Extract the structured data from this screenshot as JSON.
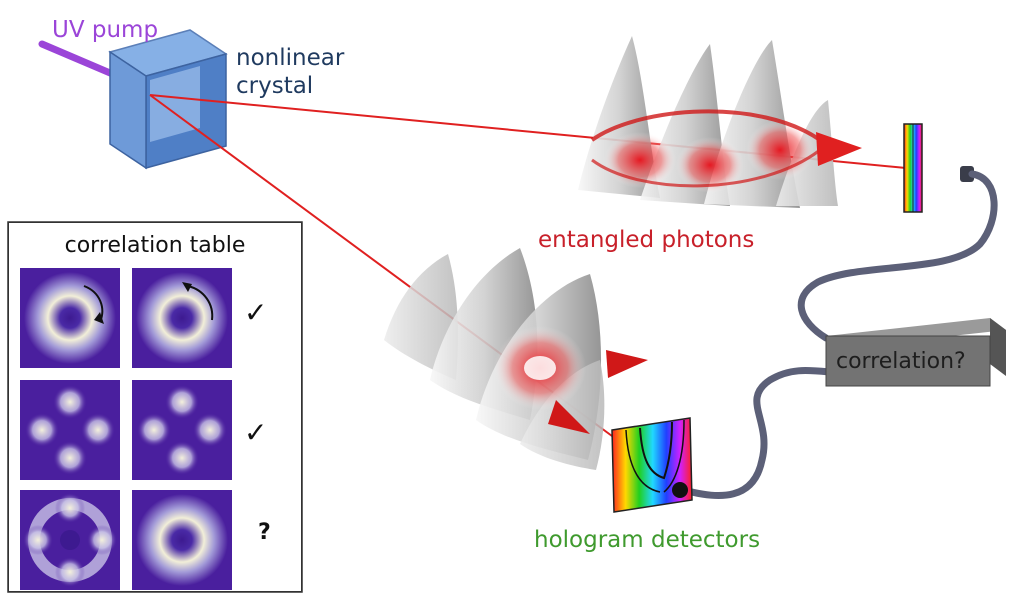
{
  "labels": {
    "uv_pump": "UV pump",
    "crystal_line1": "nonlinear",
    "crystal_line2": "crystal",
    "entangled": "entangled photons",
    "hologram": "hologram detectors",
    "correlation_box": "correlation?"
  },
  "table": {
    "title": "correlation table",
    "marks": [
      "✓",
      "✓",
      "?"
    ]
  },
  "colors": {
    "uv": "#9b45d8",
    "beam": "#e02020",
    "crystal": "#5b8fd4",
    "mode_bg": "#4a1f9e",
    "mode_glow": "#f3efd6",
    "fiber": "#5c6078",
    "box": "#6f6f6f"
  },
  "icons": [
    "rotation-arrow-cw-icon",
    "rotation-arrow-ccw-icon",
    "check-icon",
    "question-icon"
  ]
}
